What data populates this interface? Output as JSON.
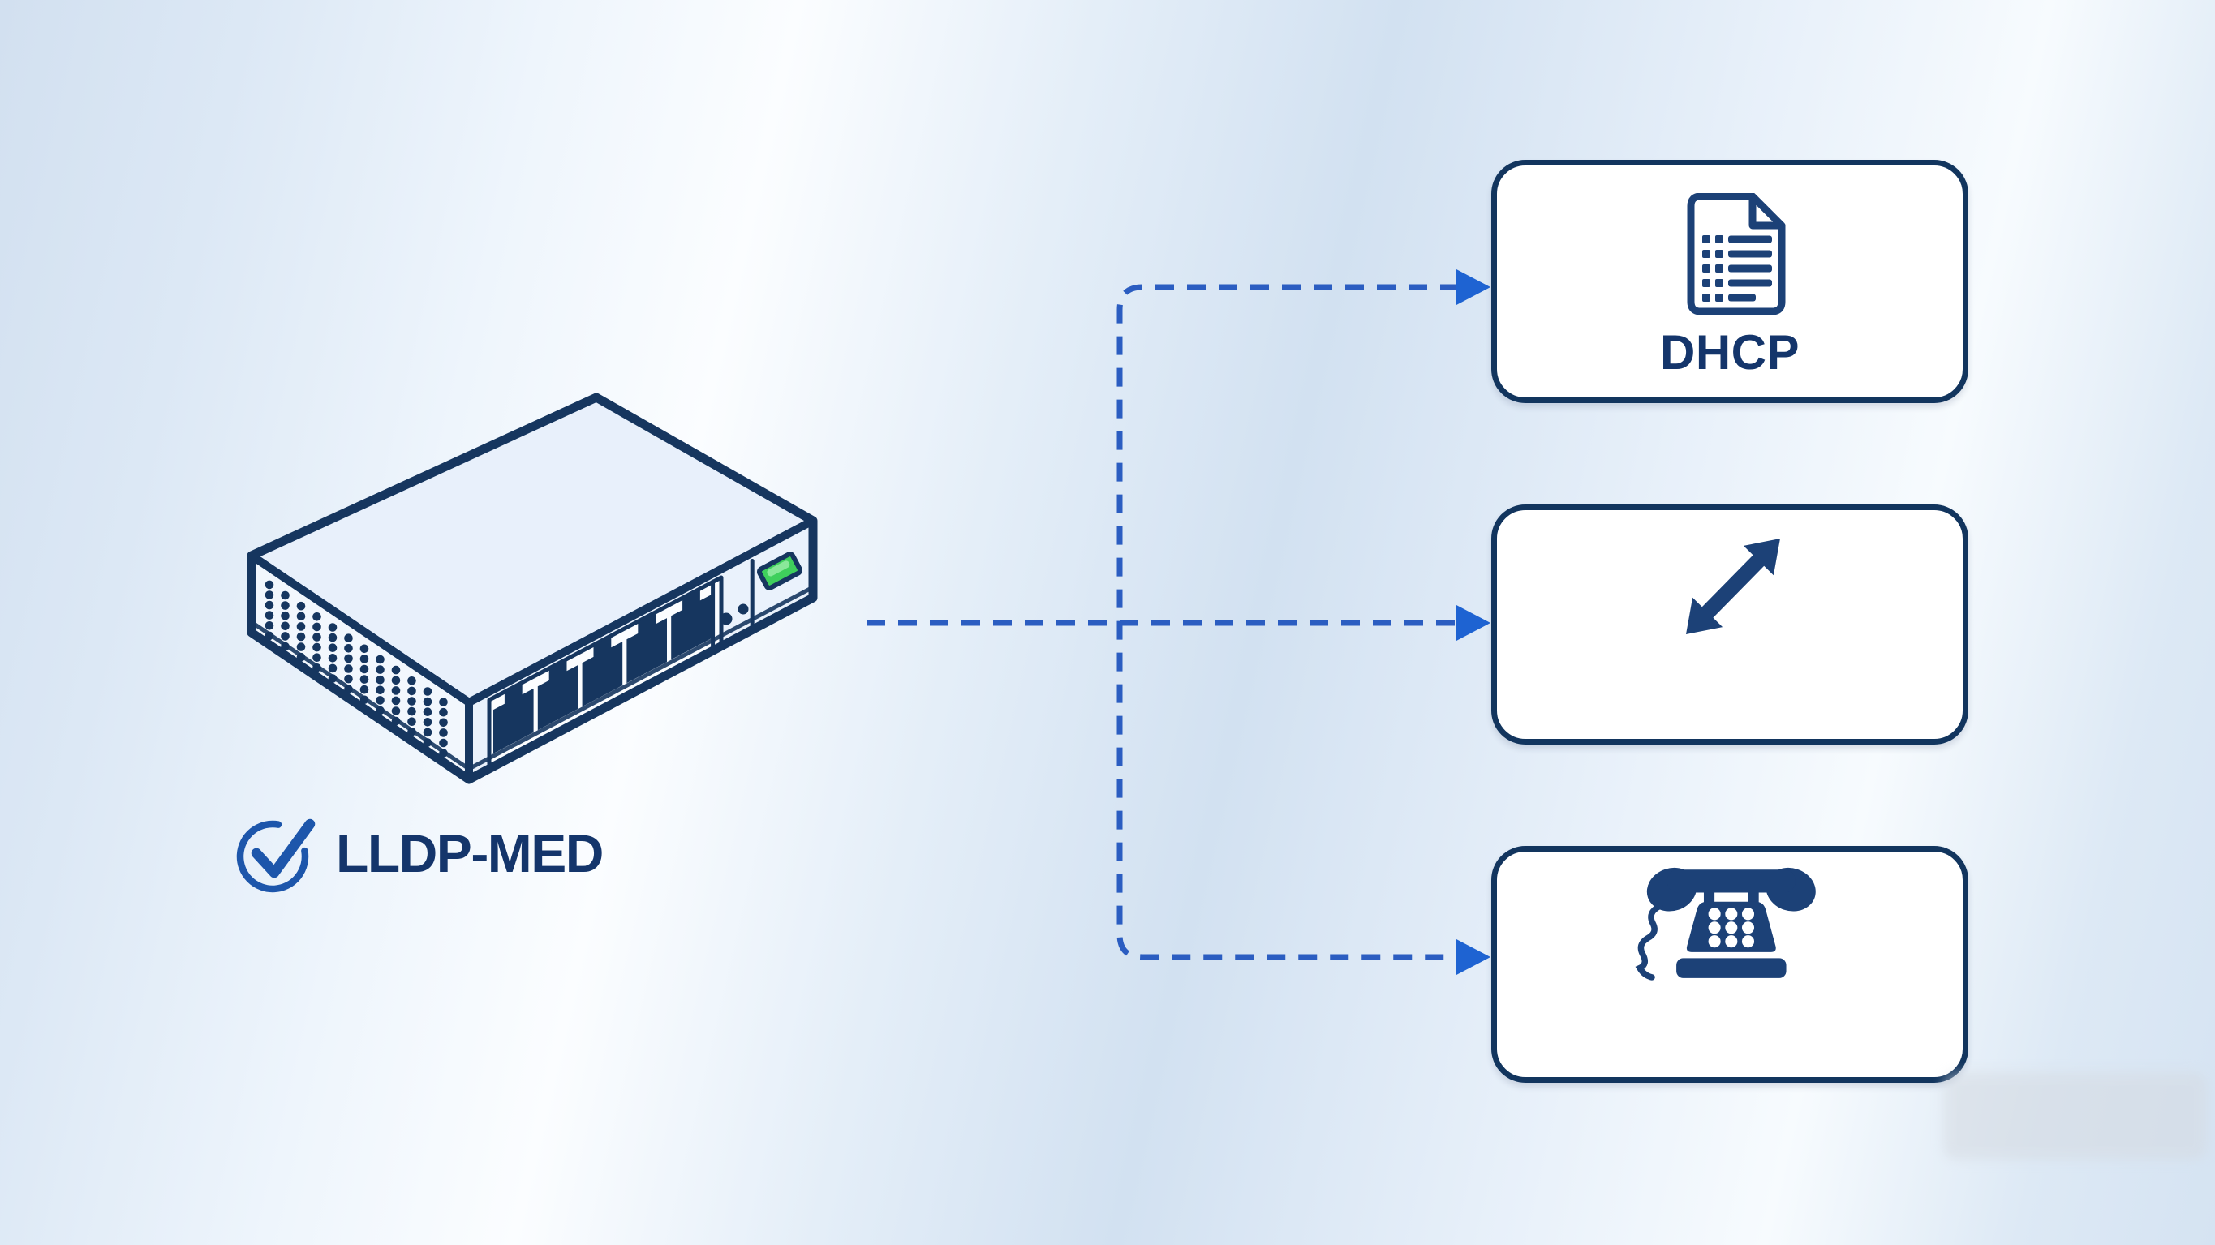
{
  "diagram": {
    "title": "",
    "device": {
      "label": "LLDP-MED",
      "status_icon": "check-circle-icon",
      "illustration": "network-switch",
      "ports": 5,
      "indicator_dots": 2
    },
    "nodes": [
      {
        "id": "dhcp",
        "icon": "document-list-icon",
        "label": "DHCP"
      },
      {
        "id": "exchange",
        "icon": "double-arrow-icon",
        "label": ""
      },
      {
        "id": "phone",
        "icon": "telephone-icon",
        "label": ""
      }
    ],
    "connections": [
      {
        "from": "switch",
        "to": "dhcp",
        "style": "dashed-arrow"
      },
      {
        "from": "switch",
        "to": "exchange",
        "style": "dashed-arrow"
      },
      {
        "from": "switch",
        "to": "phone",
        "style": "dashed-arrow"
      }
    ],
    "colors": {
      "outline_navy": "#16365f",
      "icon_navy": "#1c4177",
      "text_navy": "#14356b",
      "dash_blue": "#2b5dc1",
      "arrow_blue": "#1e63d2",
      "check_blue": "#1d56ab",
      "led_green": "#3fcf5c",
      "led_green_light": "#8ae89a",
      "box_border": "#12355e",
      "box_fill": "#ffffff"
    }
  }
}
